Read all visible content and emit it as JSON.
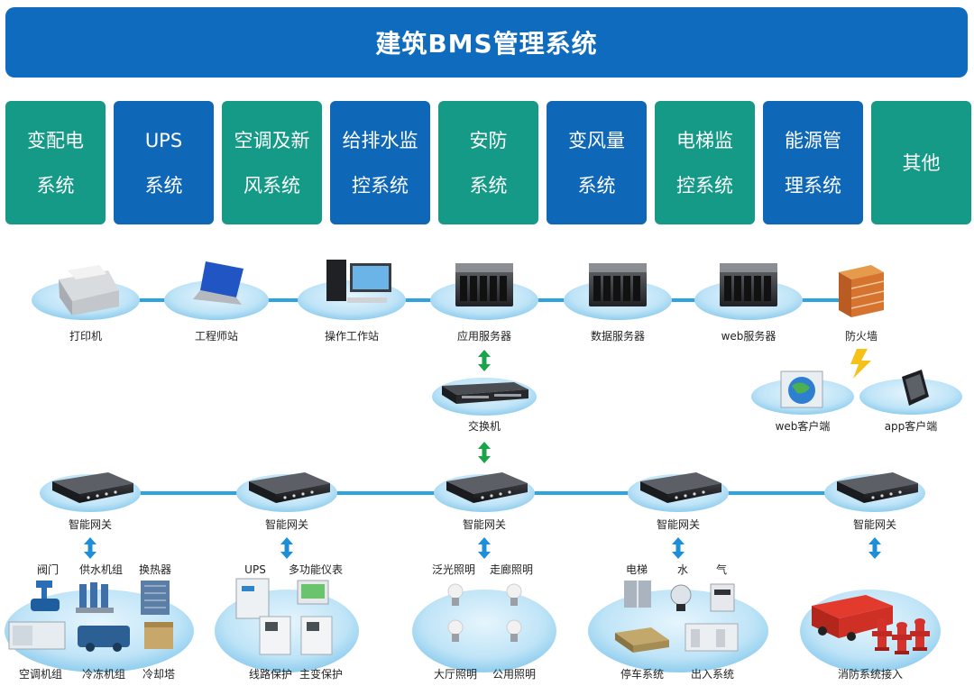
{
  "title": "建筑BMS管理系统",
  "colors": {
    "title_bg": "#0f6bbd",
    "teal": "#149a87",
    "blue": "#0f67b8",
    "network_line": "#2fa3e0",
    "arrow_green": "#1aa34a",
    "arrow_blue": "#1c8fd8"
  },
  "systems": [
    {
      "line1": "变配电",
      "line2": "系统",
      "color": "teal"
    },
    {
      "line1": "UPS",
      "line2": "系统",
      "color": "blue"
    },
    {
      "line1": "空调及新",
      "line2": "风系统",
      "color": "teal"
    },
    {
      "line1": "给排水监",
      "line2": "控系统",
      "color": "blue"
    },
    {
      "line1": "安防",
      "line2": "系统",
      "color": "teal"
    },
    {
      "line1": "变风量",
      "line2": "系统",
      "color": "blue"
    },
    {
      "line1": "电梯监",
      "line2": "控系统",
      "color": "teal"
    },
    {
      "line1": "能源管",
      "line2": "理系统",
      "color": "blue"
    },
    {
      "line1": "其他",
      "line2": "",
      "color": "teal"
    }
  ],
  "top_nodes": {
    "printer": "打印机",
    "eng_station": "工程师站",
    "op_station": "操作工作站",
    "app_server": "应用服务器",
    "db_server": "数据服务器",
    "web_server": "web服务器",
    "firewall": "防火墙"
  },
  "clients": {
    "web": "web客户端",
    "app": "app客户端"
  },
  "switch": "交换机",
  "gateway_label": "智能网关",
  "groups": {
    "hvac": {
      "valve": "阀门",
      "water_supply": "供水机组",
      "heat_exchanger": "换热器",
      "ac_unit": "空调机组",
      "chiller": "冷冻机组",
      "cooling_tower": "冷却塔"
    },
    "power": {
      "ups": "UPS",
      "meter": "多功能仪表",
      "line_protect": "线路保护",
      "main_protect": "主变保护"
    },
    "lighting": {
      "flood": "泛光照明",
      "corridor": "走廊照明",
      "hall": "大厅照明",
      "public": "公用照明"
    },
    "facility": {
      "elevator": "电梯",
      "water": "水",
      "gas": "气",
      "parking": "停车系统",
      "access": "出入系统"
    },
    "fire": {
      "fire_access": "消防系统接入"
    }
  },
  "icons": [
    "printer-icon",
    "laptop-icon",
    "workstation-icon",
    "server-icon",
    "firewall-icon",
    "lightning-icon",
    "globe-icon",
    "phone-icon",
    "switch-icon",
    "gateway-icon",
    "bulb-icon",
    "fire-truck-icon",
    "hydrant-icon"
  ]
}
